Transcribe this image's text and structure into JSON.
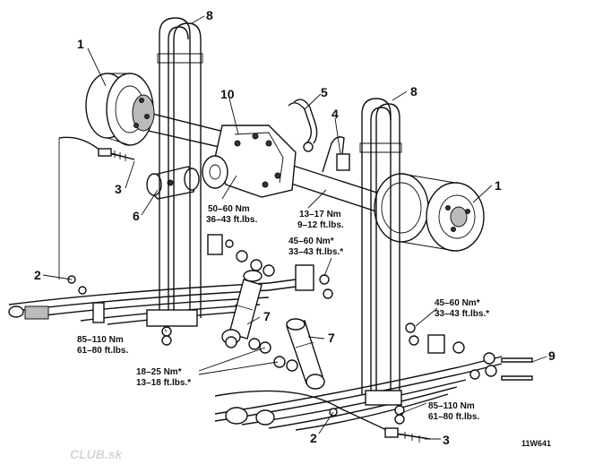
{
  "callouts": {
    "c1_left": "1",
    "c1_right": "1",
    "c2_left": "2",
    "c2_right": "2",
    "c3_left": "3",
    "c3_right": "3",
    "c4": "4",
    "c5": "5",
    "c6": "6",
    "c7_left": "7",
    "c7_right": "7",
    "c8_left": "8",
    "c8_right": "8",
    "c9": "9",
    "c10": "10"
  },
  "torque_specs": {
    "diff_mount": {
      "nm": "50–60 Nm",
      "ftlbs": "36–43 ft.lbs."
    },
    "breather": {
      "nm": "13–17 Nm",
      "ftlbs": "9–12 ft.lbs."
    },
    "upper_shock": {
      "nm": "45–60 Nm*",
      "ftlbs": "33–43 ft.lbs.*"
    },
    "rear_shackle": {
      "nm": "45–60 Nm*",
      "ftlbs": "33–43 ft.lbs.*"
    },
    "ubolt_left": {
      "nm": "85–110 Nm",
      "ftlbs": "61–80 ft.lbs."
    },
    "lower_shock": {
      "nm": "18–25 Nm*",
      "ftlbs": "13–18 ft.lbs.*"
    },
    "ubolt_right": {
      "nm": "85–110 Nm",
      "ftlbs": "61–80 ft.lbs."
    }
  },
  "figure_ref": "11W641",
  "watermark": "CLUB.sk"
}
